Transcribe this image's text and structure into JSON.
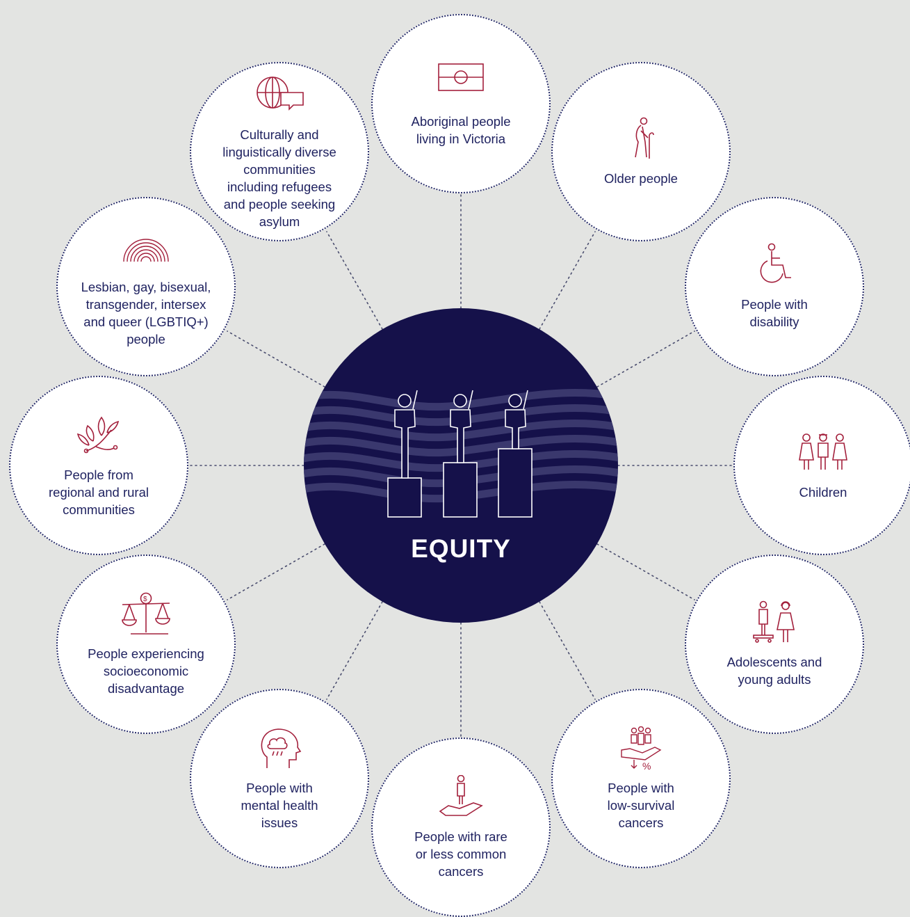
{
  "center": {
    "title": "EQUITY"
  },
  "colors": {
    "accent": "#a3203c",
    "navy": "#15114a",
    "text": "#1f2260",
    "background": "#e3e4e2"
  },
  "groups": [
    {
      "label": "Aboriginal people\nliving in Victoria",
      "icon": "aboriginal-flag-icon"
    },
    {
      "label": "Older people",
      "icon": "older-person-icon"
    },
    {
      "label": "People with\ndisability",
      "icon": "wheelchair-icon"
    },
    {
      "label": "Children",
      "icon": "children-icon"
    },
    {
      "label": "Adolescents and\nyoung adults",
      "icon": "young-adults-icon"
    },
    {
      "label": "People with\nlow-survival\ncancers",
      "icon": "low-survival-icon"
    },
    {
      "label": "People with rare\nor less common\ncancers",
      "icon": "hand-person-icon"
    },
    {
      "label": "People with\nmental health\nissues",
      "icon": "mental-health-icon"
    },
    {
      "label": "People experiencing\nsocioeconomic\ndisadvantage",
      "icon": "scales-icon"
    },
    {
      "label": "People from\nregional and rural\ncommunities",
      "icon": "plant-icon"
    },
    {
      "label": "Lesbian, gay, bisexual,\ntransgender, intersex\nand queer (LGBTIQ+)\npeople",
      "icon": "rainbow-icon"
    },
    {
      "label": "Culturally and\nlinguistically diverse\ncommunities\nincluding refugees\nand people seeking\nasylum",
      "icon": "globe-speech-icon"
    }
  ]
}
